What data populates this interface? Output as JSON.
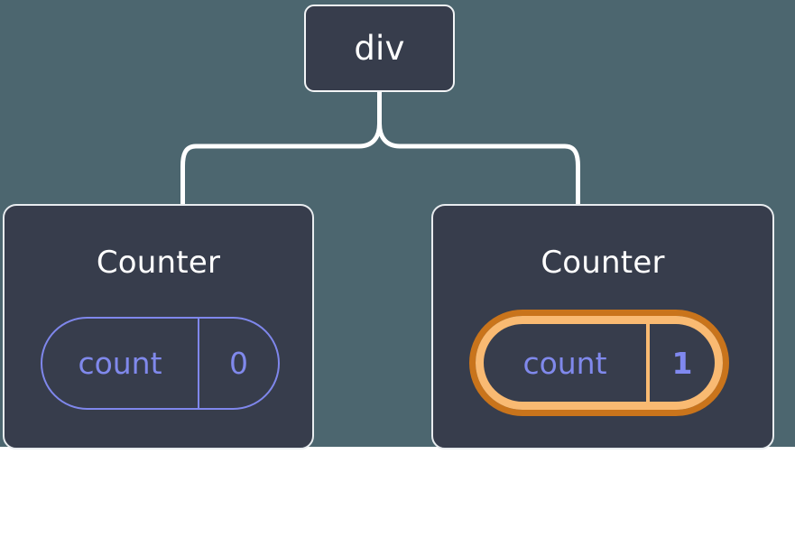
{
  "diagram": {
    "title": "React component tree with highlighted state",
    "background_color": "#4C666F",
    "node_fill": "#373D4C",
    "node_border": "#E8ECEF",
    "connector_color": "#FFFFFF",
    "accent_purple": "#8089EC",
    "accent_orange_outer": "#C9741B",
    "accent_orange_inner": "#F9BA72"
  },
  "root": {
    "label": "div"
  },
  "children": [
    {
      "title": "Counter",
      "state": {
        "key": "count",
        "value": "0"
      },
      "highlighted": false
    },
    {
      "title": "Counter",
      "state": {
        "key": "count",
        "value": "1"
      },
      "highlighted": true,
      "sparkles": [
        "sparkle-large-icon",
        "sparkle-small-icon"
      ]
    }
  ]
}
